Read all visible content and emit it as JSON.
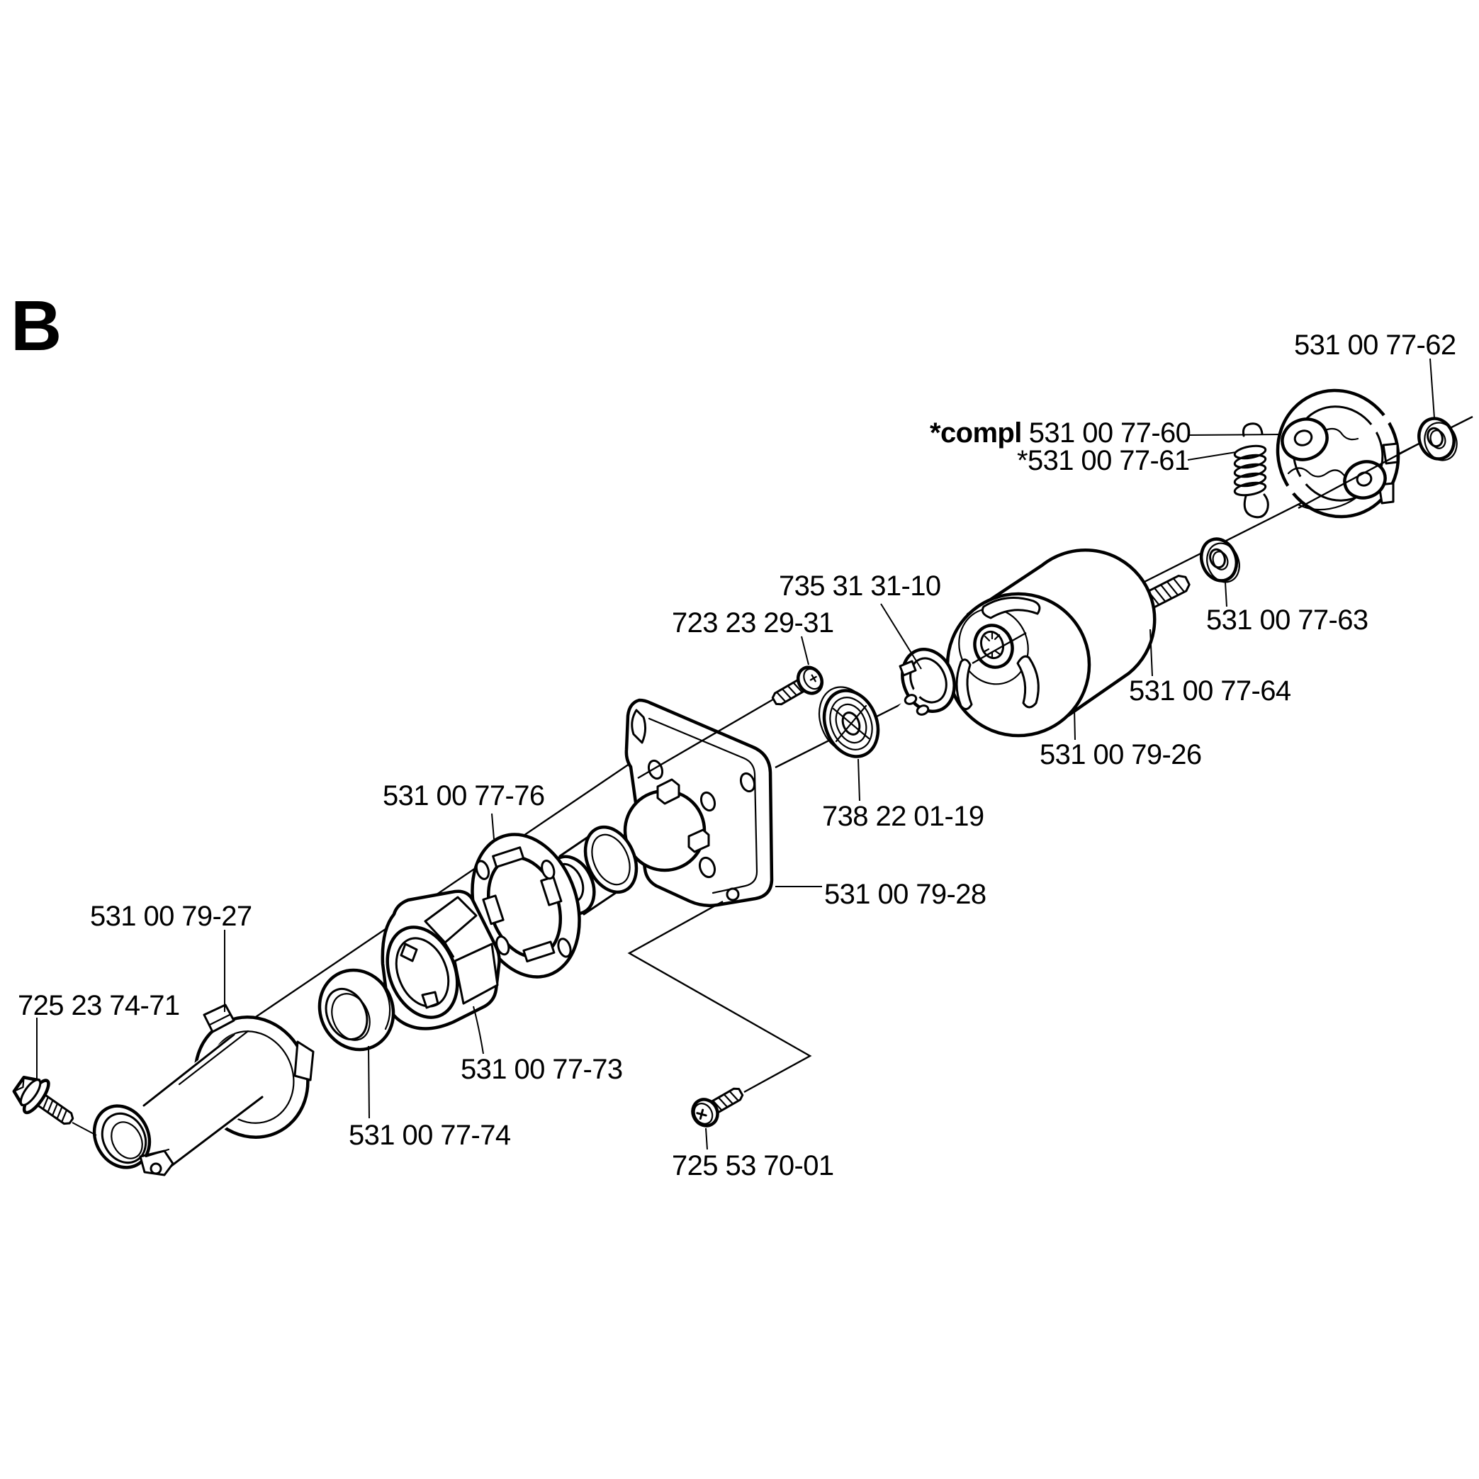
{
  "page": {
    "marker": "B",
    "background_color": "#ffffff",
    "ink_color": "#000000"
  },
  "diagram": {
    "type": "exploded-parts-diagram",
    "subject": "clutch, clutch drum and gear housing assembly",
    "labels": {
      "outer_washer": "531 00 77-62",
      "clutch_complete_prefix": "*compl",
      "clutch_complete_number": "531 00 77-60",
      "clutch_spring": "*531 00 77-61",
      "circlip": "735 31 31-10",
      "plate_screw": "723 23 29-31",
      "inner_washer": "531 00 77-63",
      "clutch_bolt": "531 00 77-64",
      "clutch_drum": "531 00 79-26",
      "slotted_plate": "531 00 77-76",
      "bearing": "738 22 01-19",
      "gear_housing": "531 00 79-28",
      "clamp_housing": "531 00 79-27",
      "clamp_bolt": "725 23 74-71",
      "coupler": "531 00 77-73",
      "bushing": "531 00 77-74",
      "housing_screw": "725 53 70-01"
    }
  }
}
